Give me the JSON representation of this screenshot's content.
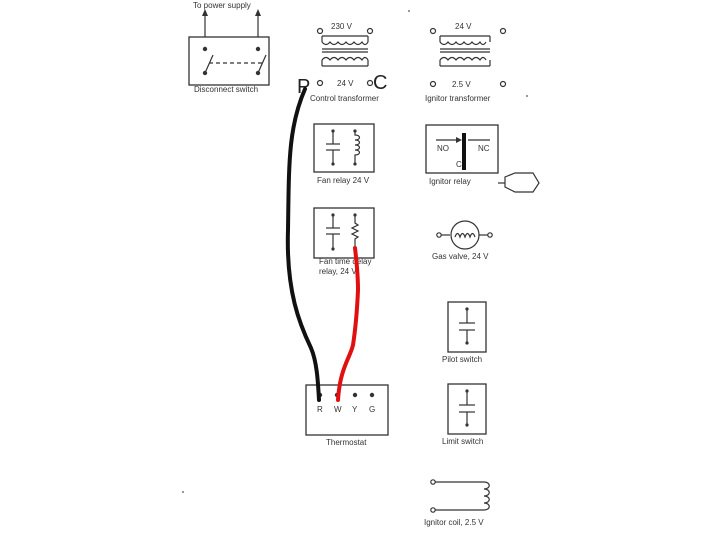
{
  "power": {
    "label": "To power supply"
  },
  "disconnect": {
    "label": "Disconnect switch"
  },
  "control_transformer": {
    "primary": "230 V",
    "secondary": "24 V",
    "label": "Control transformer",
    "p_mark": "P",
    "c_mark": "C"
  },
  "ignitor_transformer": {
    "primary": "24 V",
    "secondary": "2.5 V",
    "label": "Ignitor transformer"
  },
  "fan_relay": {
    "label": "Fan relay 24 V"
  },
  "fan_time_relay": {
    "label_line1": "Fan time delay",
    "label_line2": "relay, 24 V"
  },
  "ignitor_relay": {
    "label": "Ignitor relay",
    "no_left": "NO",
    "no_right": "NC",
    "c": "C"
  },
  "gas_valve": {
    "label": "Gas valve, 24 V"
  },
  "pilot_switch": {
    "label": "Pilot switch"
  },
  "limit_switch": {
    "label": "Limit switch"
  },
  "ignitor_coil": {
    "label": "Ignitor coil, 2.5 V"
  },
  "thermostat": {
    "label": "Thermostat",
    "terminals": [
      "R",
      "W",
      "Y",
      "G"
    ]
  },
  "wires": {
    "black_color": "#111111",
    "red_color": "#e01010"
  }
}
